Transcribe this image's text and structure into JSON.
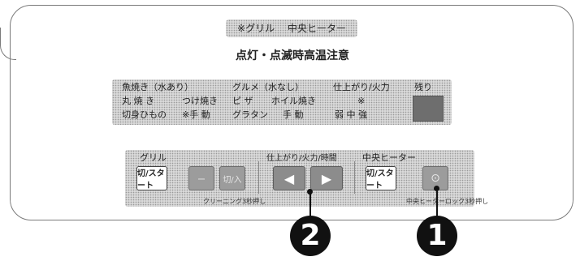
{
  "warning": {
    "indicators": [
      "※グリル",
      "中央ヒーター"
    ],
    "text": "点灯・点滅時高温注意"
  },
  "menu": {
    "row1": [
      "魚焼き（水あり）",
      "グルメ（水なし）",
      "仕上がり/火力",
      "残り"
    ],
    "row2": [
      "丸 焼 き",
      "つけ焼き",
      "ピ  ザ",
      "ホイル焼き",
      "※"
    ],
    "row3": [
      "切身ひもの",
      "※手  動",
      "グラタン",
      "手  動",
      "弱 中 強"
    ]
  },
  "controls": {
    "grill_label": "グリル",
    "grill_power_button": "切/スタート",
    "grill_sub_buttons": [
      "ー",
      "切/入"
    ],
    "cleaning_label": "クリーニング3秒押し",
    "adjust_label": "仕上がり/火力/時間",
    "left_arrow": "◀",
    "right_arrow": "▶",
    "center_heater_label": "中央ヒーター",
    "center_heater_button": "切/スタート",
    "lock_button": "⊙",
    "lock_label": "中央ヒーターロック3秒押し"
  },
  "callouts": [
    "2",
    "1"
  ]
}
